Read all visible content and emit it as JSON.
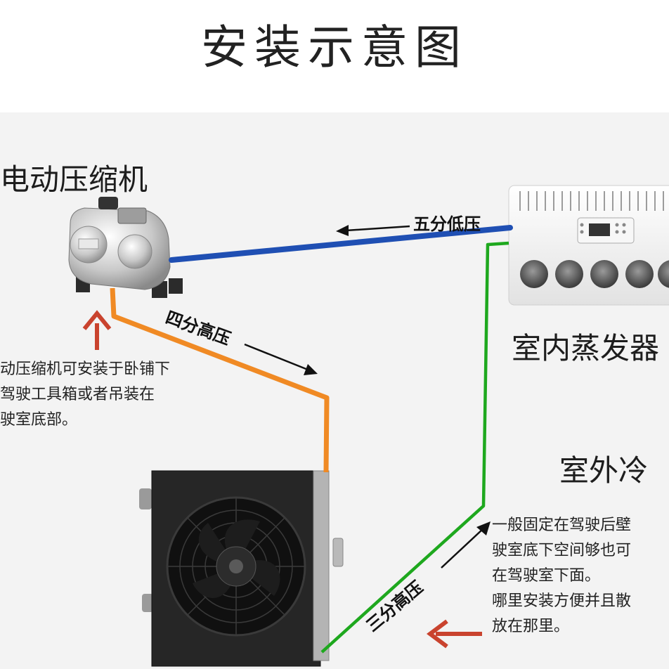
{
  "title": "安装示意图",
  "labels": {
    "compressor": "电动压缩机",
    "evaporator": "室内蒸发器",
    "condenser": "室外冷"
  },
  "pipes": {
    "low_pressure": "五分低压",
    "high_pressure_4": "四分高压",
    "high_pressure_3": "三分高压"
  },
  "notes": {
    "compressor": [
      "动压缩机可安装于卧铺下",
      "驾驶工具箱或者吊装在",
      "驶室底部。"
    ],
    "condenser": [
      "一般固定在驾驶后壁",
      "驶室底下空间够也可",
      "在驾驶室下面。",
      "哪里安装方便并且散",
      "放在那里。"
    ]
  },
  "colors": {
    "low_pressure_pipe": "#1f4fb3",
    "high_pressure_pipe": "#f08a24",
    "liquid_pipe": "#1ea81e",
    "hint_arrow": "#c9432e"
  }
}
